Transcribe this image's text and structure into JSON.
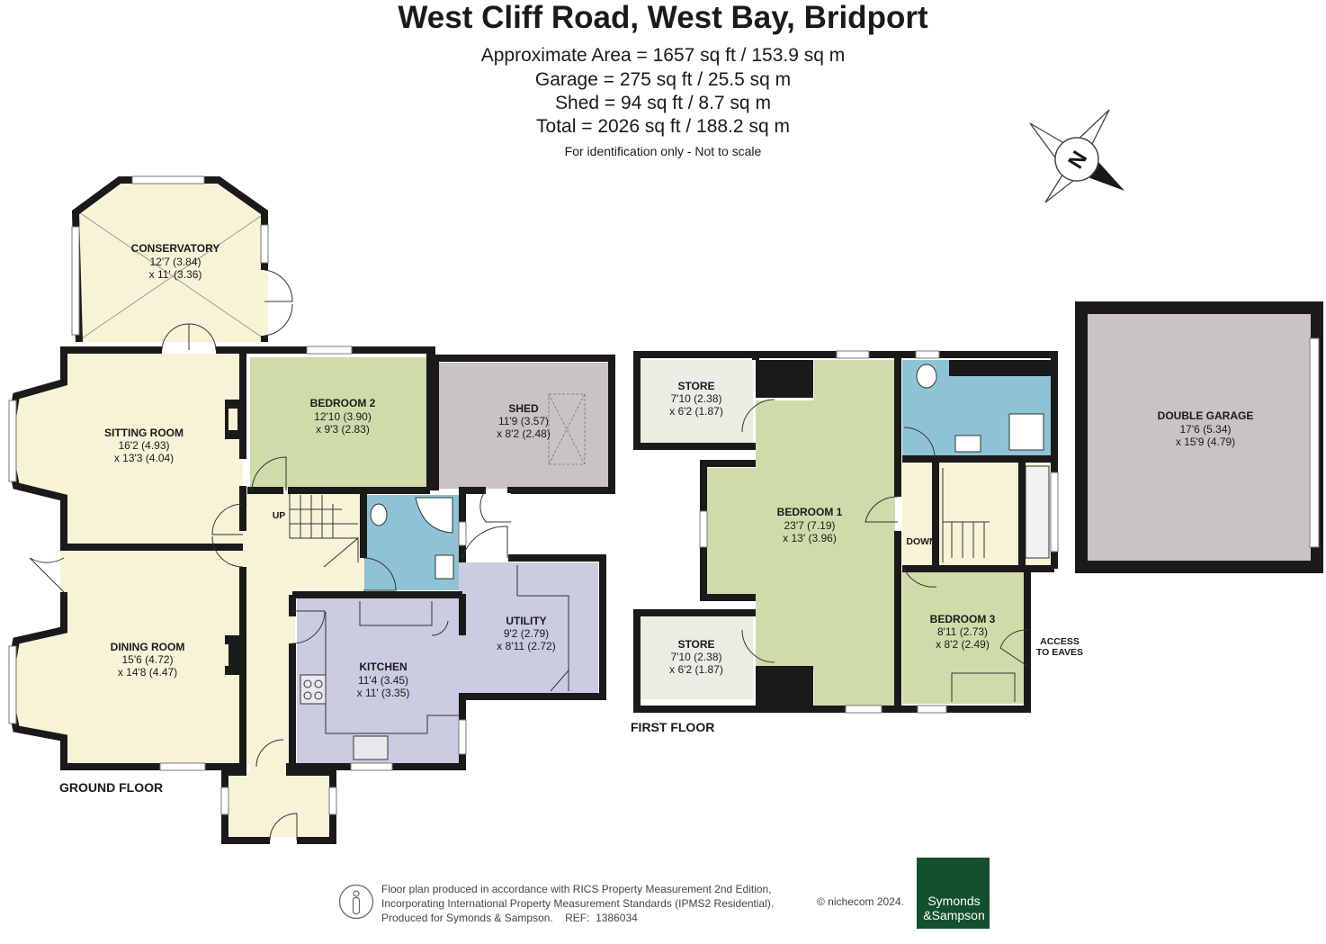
{
  "header": {
    "title": "West Cliff Road, West Bay, Bridport",
    "areas": [
      "Approximate Area = 1657 sq ft / 153.9 sq m",
      "Garage = 275 sq ft / 25.5 sq m",
      "Shed = 94 sq ft / 8.7 sq m",
      "Total = 2026 sq ft / 188.2 sq m"
    ],
    "note": "For identification only - Not to scale"
  },
  "compass": {
    "letter": "N",
    "icon": "compass-rose-icon"
  },
  "floors": {
    "ground": "GROUND FLOOR",
    "first": "FIRST FLOOR"
  },
  "rooms": {
    "conservatory": {
      "name": "CONSERVATORY",
      "dim1": "12'7 (3.84)",
      "dim2": "x 11' (3.36)"
    },
    "sitting": {
      "name": "SITTING ROOM",
      "dim1": "16'2 (4.93)",
      "dim2": "x 13'3 (4.04)"
    },
    "dining": {
      "name": "DINING ROOM",
      "dim1": "15'6 (4.72)",
      "dim2": "x 14'8 (4.47)"
    },
    "bedroom2": {
      "name": "BEDROOM 2",
      "dim1": "12'10 (3.90)",
      "dim2": "x 9'3 (2.83)"
    },
    "shed": {
      "name": "SHED",
      "dim1": "11'9 (3.57)",
      "dim2": "x 8'2 (2.48)"
    },
    "kitchen": {
      "name": "KITCHEN",
      "dim1": "11'4 (3.45)",
      "dim2": "x 11' (3.35)"
    },
    "utility": {
      "name": "UTILITY",
      "dim1": "9'2 (2.79)",
      "dim2": "x 8'11 (2.72)"
    },
    "store1": {
      "name": "STORE",
      "dim1": "7'10 (2.38)",
      "dim2": "x 6'2 (1.87)"
    },
    "store2": {
      "name": "STORE",
      "dim1": "7'10 (2.38)",
      "dim2": "x 6'2 (1.87)"
    },
    "bedroom1": {
      "name": "BEDROOM 1",
      "dim1": "23'7 (7.19)",
      "dim2": "x 13' (3.96)"
    },
    "bedroom3": {
      "name": "BEDROOM 3",
      "dim1": "8'11 (2.73)",
      "dim2": "x 8'2 (2.49)"
    },
    "garage": {
      "name": "DOUBLE GARAGE",
      "dim1": "17'6 (5.34)",
      "dim2": "x 15'9 (4.79)"
    }
  },
  "labels": {
    "up": "UP",
    "down": "DOWN",
    "eaves1": "ACCESS",
    "eaves2": "TO EAVES"
  },
  "footer": {
    "line1": "Floor plan produced in accordance with RICS Property Measurement 2nd Edition,",
    "line2": "Incorporating International Property Measurement Standards (IPMS2 Residential).",
    "line3": "Produced for Symonds & Sampson.    REF:  1386034",
    "copyright": "© nichecom 2024.",
    "logo_line1": "Symonds",
    "logo_line2": "&Sampson"
  },
  "colors": {
    "wall": "#1a1a1a",
    "cream": "#f7f3d7",
    "green": "#cfdcaa",
    "grey": "#c9c3c3",
    "blue": "#8ec3d6",
    "lavender": "#cbcbe2",
    "store": "#ecece4",
    "logo": "#14502e"
  }
}
